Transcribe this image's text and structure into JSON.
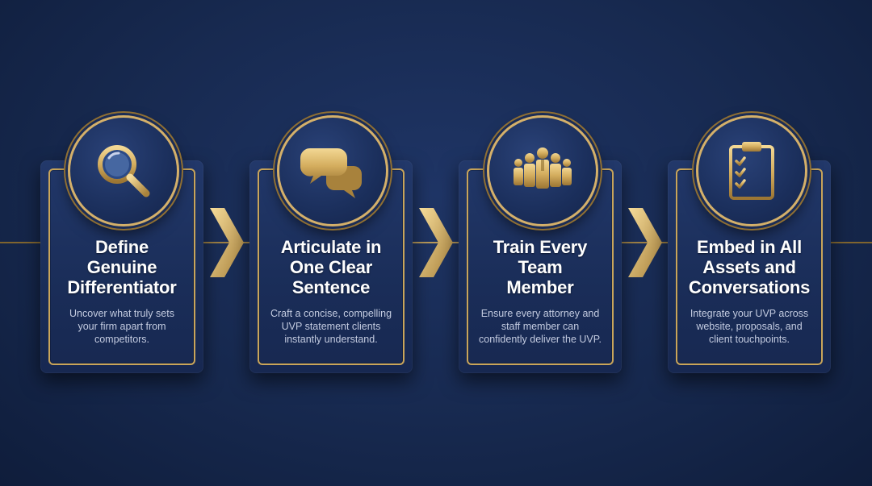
{
  "steps": [
    {
      "icon": "magnifying-glass-icon",
      "title": [
        "Define",
        "Genuine",
        "Differentiator"
      ],
      "description": [
        "Uncover what truly sets",
        "your firm apart from",
        "competitors."
      ]
    },
    {
      "icon": "speech-bubbles-icon",
      "title": [
        "Articulate in",
        "One Clear",
        "Sentence"
      ],
      "description": [
        "Craft a concise, compelling",
        "UVP statement clients",
        "instantly understand."
      ]
    },
    {
      "icon": "team-people-icon",
      "title": [
        "Train Every",
        "Team",
        "Member"
      ],
      "description": [
        "Ensure every attorney and",
        "staff member can",
        "confidently deliver the UVP."
      ]
    },
    {
      "icon": "checklist-clipboard-icon",
      "title": [
        "Embed in All",
        "Assets and",
        "Conversations"
      ],
      "description": [
        "Integrate your UVP across",
        "website, proposals, and",
        "client touchpoints."
      ]
    }
  ],
  "colors": {
    "gold": "#c9a55a",
    "navy": "#1a2d58",
    "title_text": "#ffffff",
    "desc_text": "#c3cbe0"
  }
}
